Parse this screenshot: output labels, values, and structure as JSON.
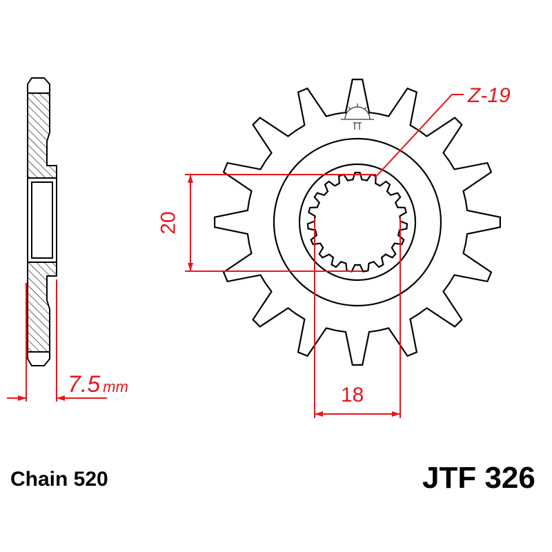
{
  "drawing": {
    "teeth_label": "Z-19",
    "bore_dimension": "20",
    "spline_dimension": "18",
    "thickness_value": "7.5",
    "thickness_unit": "mm",
    "chain_label": "Chain 520",
    "part_number": "JTF 326"
  },
  "colors": {
    "outline": "#000000",
    "dimension": "#e8141c"
  },
  "icons": {
    "logo": "jt-sunrise-logo"
  }
}
